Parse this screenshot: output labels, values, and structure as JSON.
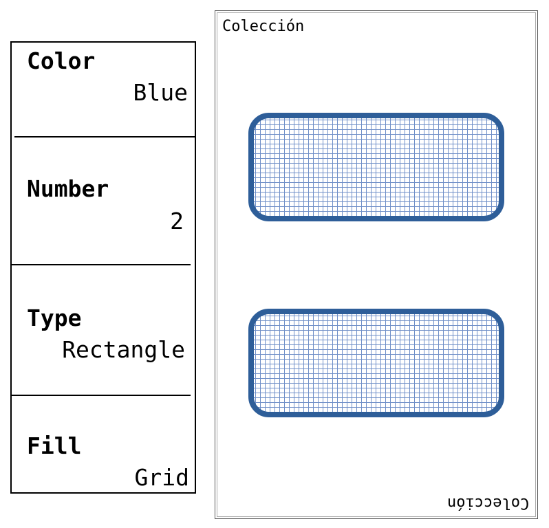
{
  "attributes": {
    "color": {
      "label": "Color",
      "value": "Blue"
    },
    "number": {
      "label": "Number",
      "value": "2"
    },
    "type": {
      "label": "Type",
      "value": "Rectangle"
    },
    "fill": {
      "label": "Fill",
      "value": "Grid"
    }
  },
  "card": {
    "title": "Colección",
    "shape_count": 2,
    "shape": "rounded-rectangle",
    "shape_color": "#2e5e99",
    "fill_pattern": "grid",
    "grid_color": "#6f8fc8"
  }
}
